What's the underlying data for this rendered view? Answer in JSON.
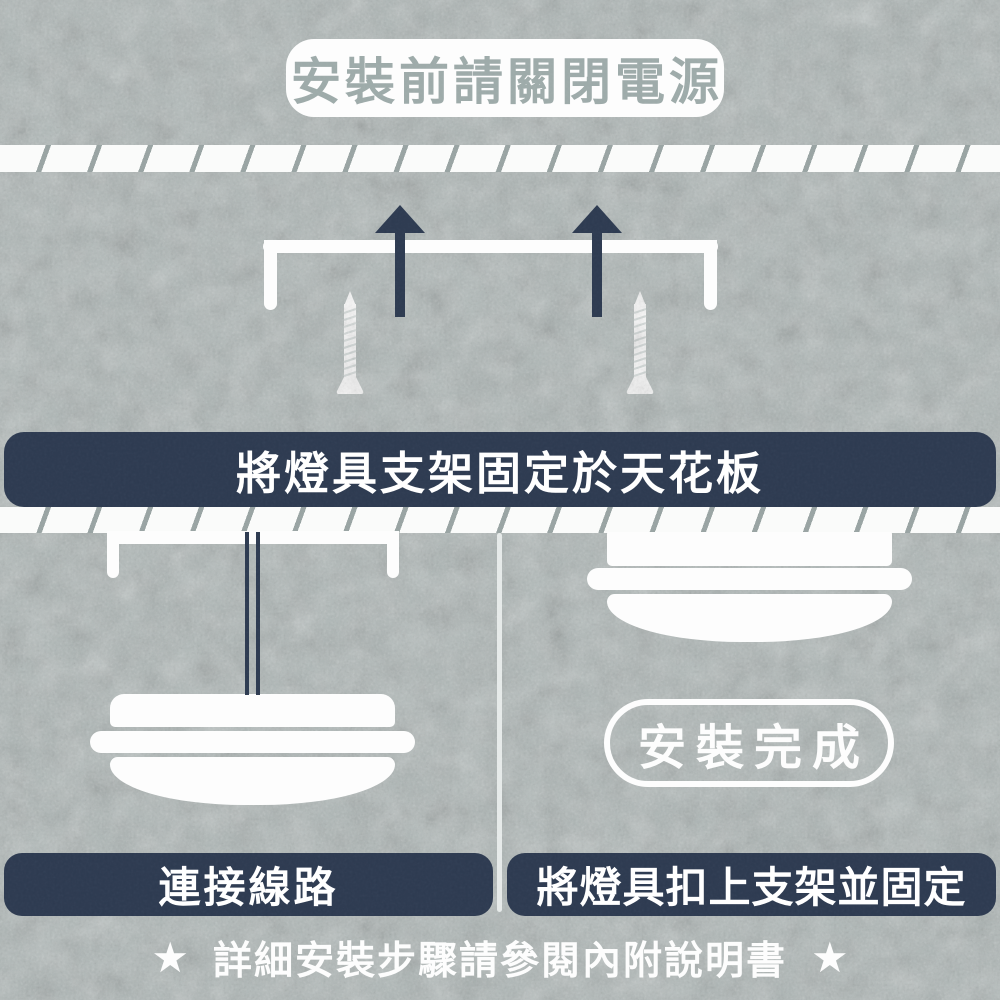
{
  "title_banner": {
    "text": "安裝前請關閉電源"
  },
  "steps": {
    "fix_bracket": {
      "caption": "將燈具支架固定於天花板"
    },
    "connect_wiring": {
      "caption": "連接線路"
    },
    "attach_fixture": {
      "caption": "將燈具扣上支架並固定"
    }
  },
  "badge": {
    "text": "安裝完成"
  },
  "footer": {
    "star": "★",
    "text": "詳細安裝步驟請參閱內附說明書"
  },
  "colors": {
    "navy": "#2d3a50",
    "felt_gray": "#adb6b5",
    "white": "#fdfdfd",
    "hatch_stroke": "#98a3a2",
    "title_text_gray": "#9daaa9"
  },
  "icons": {
    "arrow_up": "solid upward arrow (navy)",
    "screw": "white tapping screw pointing up",
    "star": "★"
  }
}
